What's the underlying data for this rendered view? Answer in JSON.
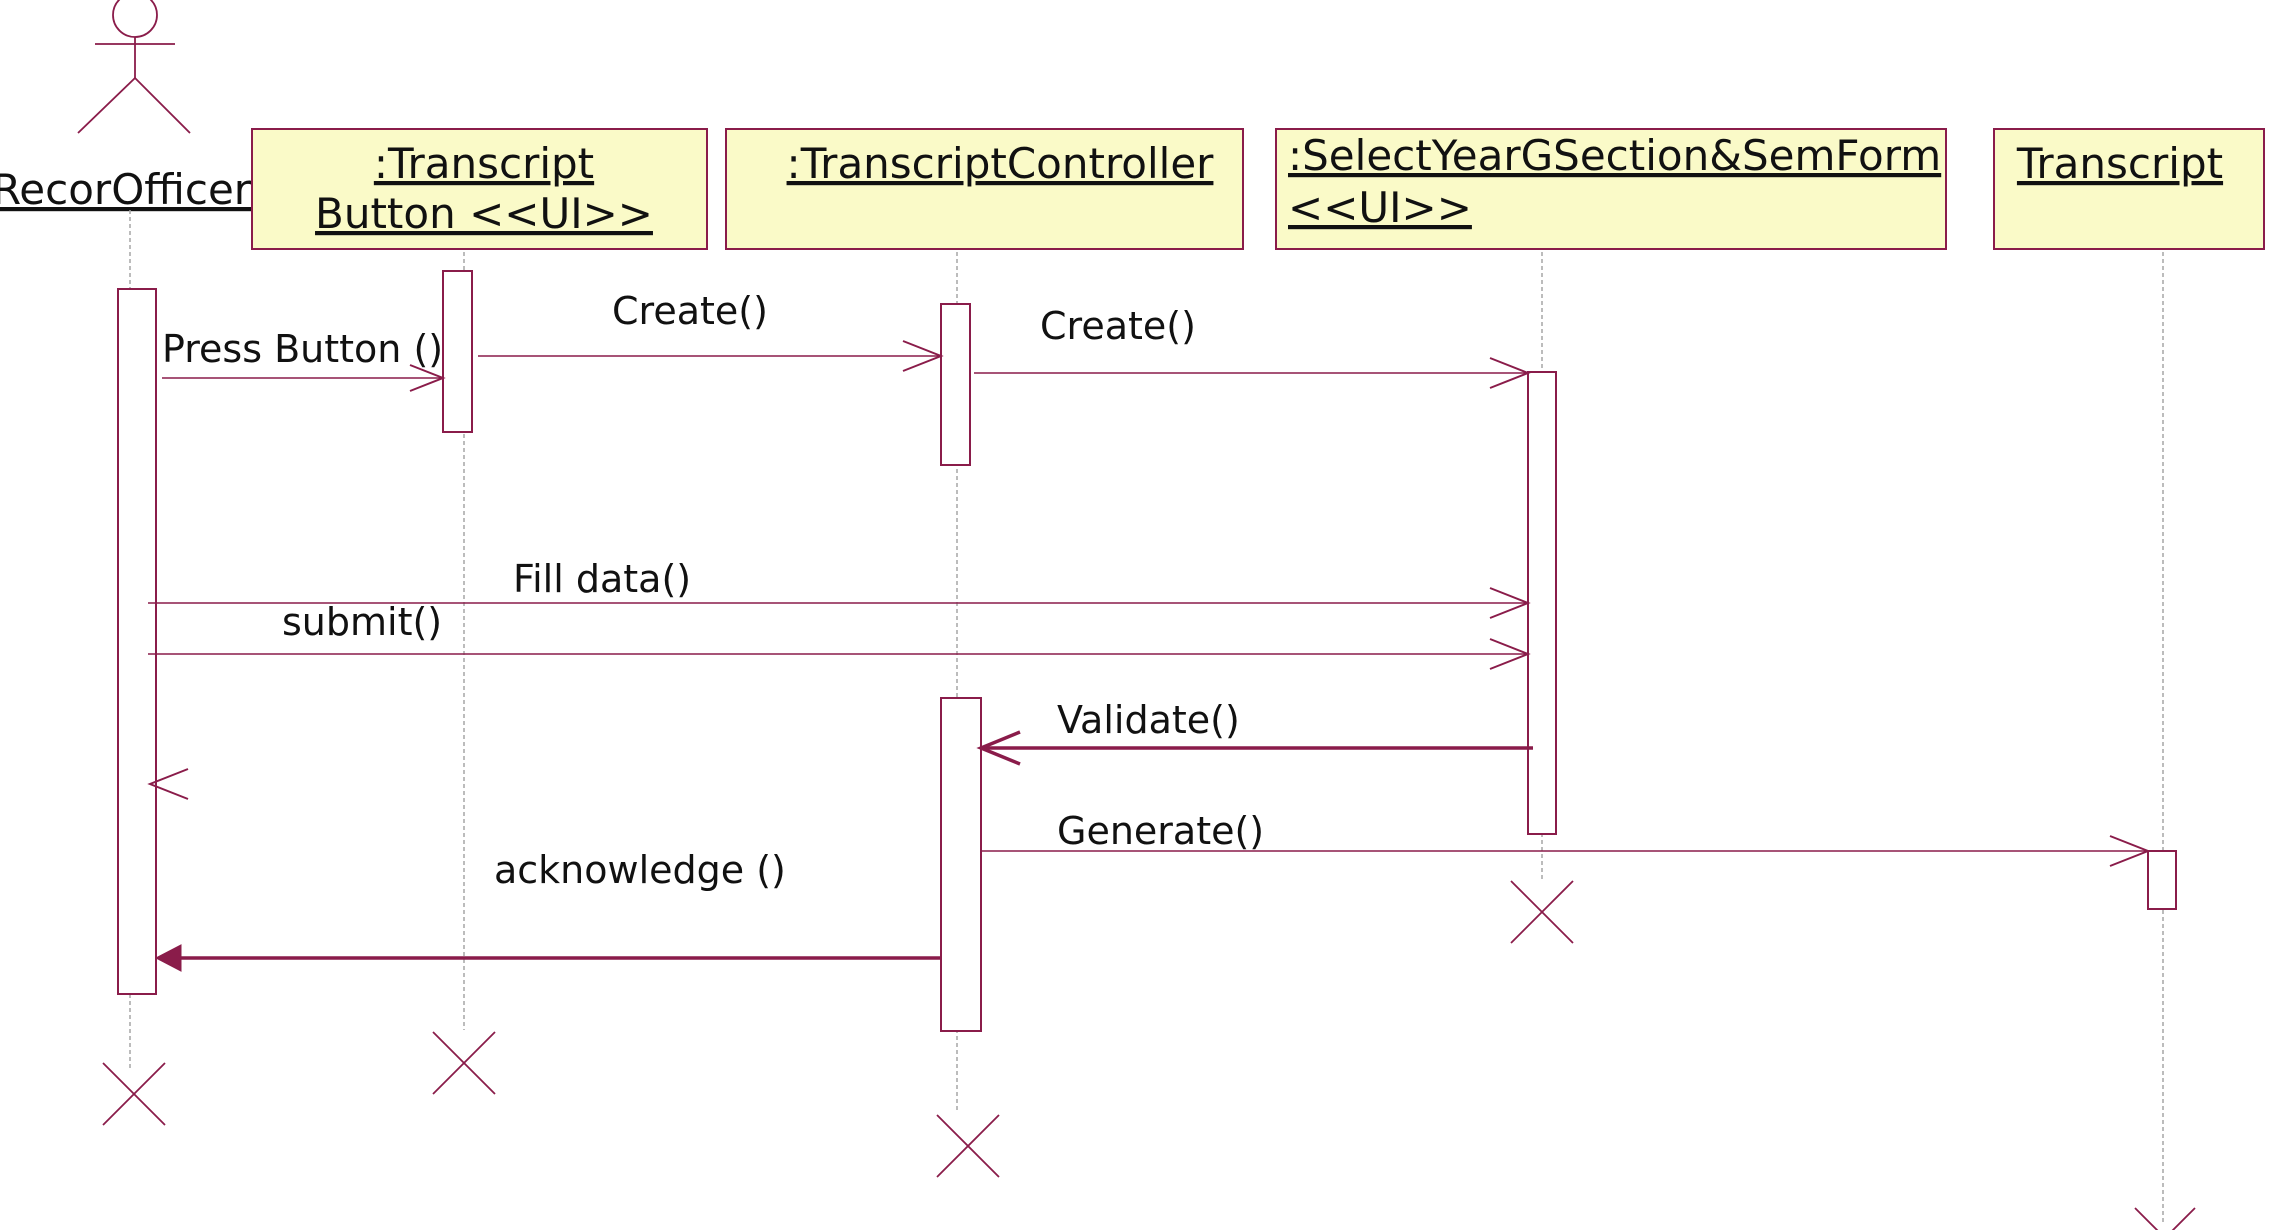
{
  "colors": {
    "line": "#8a1c4a",
    "box_fill": "#fafac8",
    "box_stroke": "#8a1c4a",
    "lifeline": "#a6a6a6",
    "text": "#111111"
  },
  "actor": {
    "name": "RecorOfficer",
    "icon": "stick-figure-icon"
  },
  "participants": [
    {
      "id": "transcript-button",
      "lines": [
        ":Transcript",
        "Button  <<UI>> "
      ]
    },
    {
      "id": "transcript-controller",
      "lines": [
        ":TranscriptController"
      ]
    },
    {
      "id": "select-form",
      "lines": [
        ":SelectYearGSection&SemForm",
        "<<UI>>"
      ]
    },
    {
      "id": "transcript",
      "lines": [
        "Transcript"
      ]
    }
  ],
  "messages": [
    {
      "id": "press-button",
      "label": "Press Button ()",
      "from": "actor",
      "to": "transcript-button",
      "kind": "async"
    },
    {
      "id": "create-1",
      "label": "Create()",
      "from": "transcript-button",
      "to": "transcript-controller",
      "kind": "async"
    },
    {
      "id": "create-2",
      "label": "Create()",
      "from": "transcript-controller",
      "to": "select-form",
      "kind": "async"
    },
    {
      "id": "fill-data",
      "label": "Fill data()",
      "from": "actor",
      "to": "select-form",
      "kind": "async"
    },
    {
      "id": "submit",
      "label": "submit()",
      "from": "actor",
      "to": "select-form",
      "kind": "async"
    },
    {
      "id": "validate",
      "label": "Validate()",
      "from": "select-form",
      "to": "transcript-controller",
      "kind": "async-bold"
    },
    {
      "id": "generate",
      "label": "Generate()",
      "from": "transcript-controller",
      "to": "transcript",
      "kind": "async"
    },
    {
      "id": "acknowledge",
      "label": "acknowledge ()",
      "from": "transcript-controller",
      "to": "actor",
      "kind": "sync-filled"
    }
  ]
}
